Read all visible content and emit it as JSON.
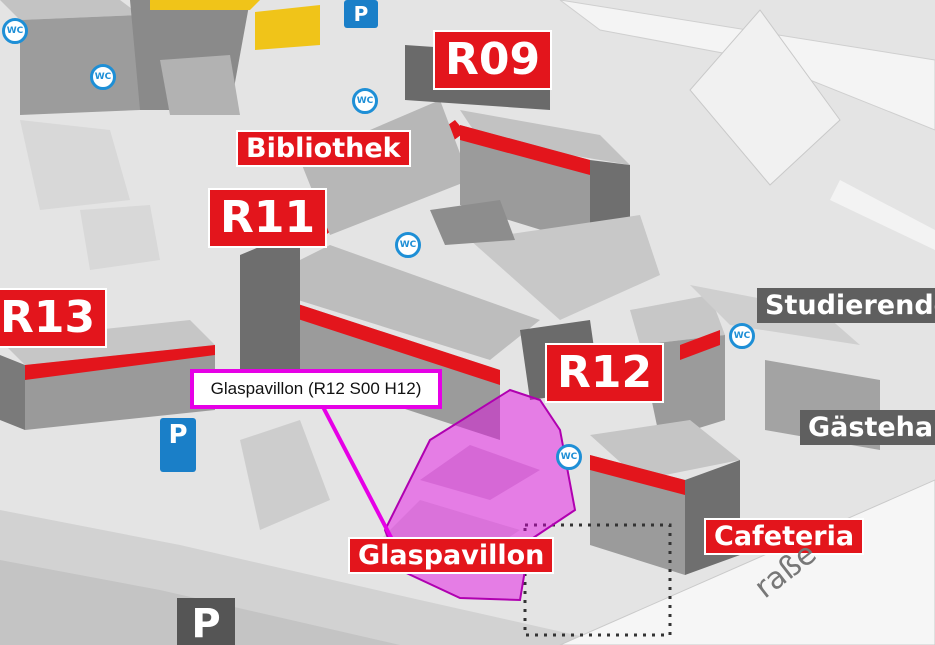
{
  "map": {
    "buildings": {
      "r09": "R09",
      "r11": "R11",
      "r12": "R12",
      "r13": "R13"
    },
    "places": {
      "bibliothek": "Bibliothek",
      "glaspavillon": "Glaspavillon",
      "cafeteria": "Cafeteria",
      "studierende": "Studierende",
      "gaestehaus": "Gästehau"
    },
    "street": "raße",
    "wc_label": "WC",
    "parking_label": "P",
    "callout": "Glaspavillon (R12 S00 H12)",
    "colors": {
      "accent_red": "#e3151c",
      "highlight_magenta": "#e600e6",
      "building_grey": "#9a9a9a",
      "info_blue": "#1e8fd6"
    }
  }
}
